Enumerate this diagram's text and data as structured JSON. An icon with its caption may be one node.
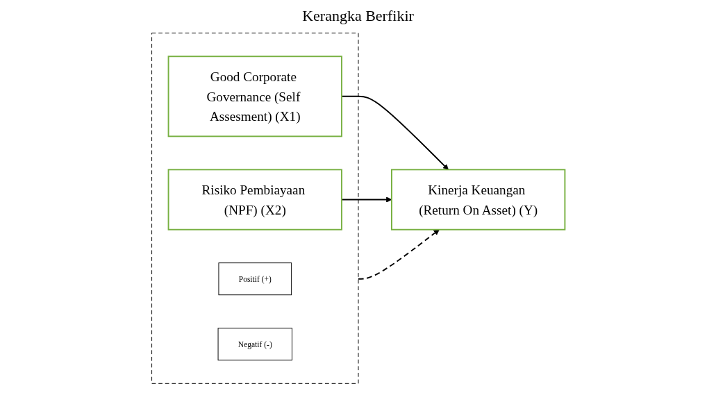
{
  "diagram": {
    "title": "Kerangka Berfikir",
    "nodes": [
      {
        "text": [],
        "shape": "box"
      },
      {
        "text": [
          "Good Corporate Governance (Self Assesment) (X1)"
        ],
        "in": 0
      },
      {
        "text": [
          "Positif (+)"
        ],
        "in": 0
      },
      {
        "text": [
          "Risiko Pembiayaan (NPF) (X2)"
        ],
        "in": 0
      },
      {
        "text": [
          "Negatif (-)"
        ],
        "in": 0
      },
      {
        "text": [
          "Kinerja Keuangan (Return On Asset) (Y)"
        ]
      }
    ],
    "edges": [
      {
        "from": 1,
        "to": 5,
        "arrow": "to"
      },
      {
        "from": 3,
        "to": 5,
        "arrow": "to"
      },
      {
        "from": 0,
        "to": 5,
        "arrow": "to",
        "style": "dashed"
      }
    ]
  }
}
